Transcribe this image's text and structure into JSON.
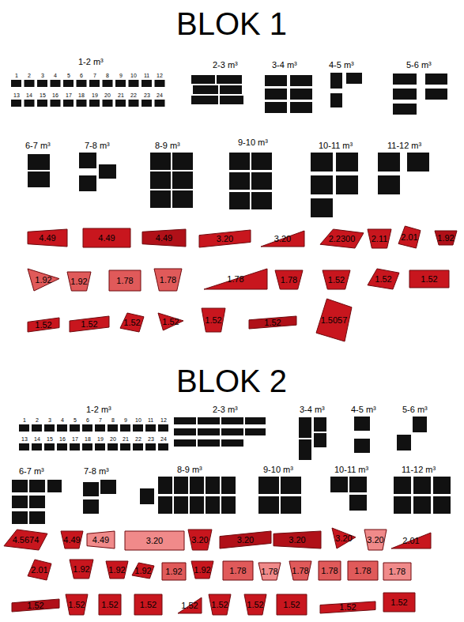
{
  "diagram": {
    "nodes": [
      {
        "text": [
          "4.49"
        ]
      },
      {
        "text": [
          "4.49"
        ]
      },
      {
        "text": [
          "4.49"
        ]
      },
      {
        "text": [
          "3.20"
        ]
      },
      {
        "text": [
          "3.20"
        ]
      },
      {
        "text": [
          "2.2300"
        ]
      },
      {
        "text": [
          "2.11"
        ]
      },
      {
        "text": [
          "2.01"
        ]
      },
      {
        "text": [
          "1.92"
        ]
      },
      {
        "text": [
          "1.92"
        ]
      },
      {
        "text": [
          "1.92"
        ]
      },
      {
        "text": [
          "1.78"
        ]
      },
      {
        "text": [
          "1.78"
        ]
      },
      {
        "text": [
          "1.78"
        ]
      },
      {
        "text": [
          "1.78"
        ]
      },
      {
        "text": [
          "1.52"
        ]
      },
      {
        "text": [
          "1.52"
        ]
      },
      {
        "text": [
          "1.52"
        ]
      },
      {
        "text": [
          "1.52"
        ]
      },
      {
        "text": [
          "1.52"
        ]
      },
      {
        "text": [
          "1.52"
        ]
      },
      {
        "text": [
          "1.52"
        ]
      },
      {
        "text": [
          "1.52"
        ]
      },
      {
        "text": [
          "1.52"
        ]
      },
      {
        "text": [
          "1.5057"
        ]
      },
      {
        "text": [
          "4.5674"
        ]
      },
      {
        "text": [
          "4.49"
        ]
      },
      {
        "text": [
          "4.49"
        ]
      },
      {
        "text": [
          "3.20"
        ]
      },
      {
        "text": [
          "3.20"
        ]
      },
      {
        "text": [
          "3.20"
        ]
      },
      {
        "text": [
          "3.20"
        ]
      },
      {
        "text": [
          "3.20"
        ]
      },
      {
        "text": [
          "3.20"
        ]
      },
      {
        "text": [
          "2.01"
        ]
      },
      {
        "text": [
          "2.01"
        ]
      },
      {
        "text": [
          "1.92"
        ]
      },
      {
        "text": [
          "1.92"
        ]
      },
      {
        "text": [
          "1.92"
        ]
      },
      {
        "text": [
          "1.92"
        ]
      },
      {
        "text": [
          "1.92"
        ]
      },
      {
        "text": [
          "1.78"
        ]
      },
      {
        "text": [
          "1.78"
        ]
      },
      {
        "text": [
          "1.78"
        ]
      },
      {
        "text": [
          "1.78"
        ]
      },
      {
        "text": [
          "1.78"
        ]
      },
      {
        "text": [
          "1.78"
        ]
      },
      {
        "text": [
          "1.52"
        ]
      },
      {
        "text": [
          "1.52"
        ]
      },
      {
        "text": [
          "1.52"
        ]
      },
      {
        "text": [
          "1.52"
        ]
      },
      {
        "text": [
          "1.52"
        ]
      },
      {
        "text": [
          "1.52"
        ]
      },
      {
        "text": [
          "1.52"
        ]
      },
      {
        "text": [
          "1.52"
        ]
      },
      {
        "text": [
          "1.52"
        ]
      },
      {
        "text": [
          "1.52"
        ]
      }
    ],
    "labels": [
      "BLOK 1",
      "1-2 m³",
      "1",
      "2",
      "3",
      "4",
      "5",
      "6",
      "7",
      "8",
      "9",
      "10",
      "11",
      "12",
      "13",
      "14",
      "15",
      "16",
      "17",
      "18",
      "19",
      "20",
      "21",
      "22",
      "23",
      "24",
      "2-3 m³",
      "3-4 m³",
      "4-5 m³",
      "5-6 m³",
      "6-7 m³",
      "7-8 m³",
      "8-9 m³",
      "9-10 m³",
      "10-11 m³",
      "11-12 m³",
      "BLOK 2",
      "1-2 m³",
      "1",
      "2",
      "3",
      "4",
      "5",
      "6",
      "7",
      "8",
      "9",
      "10",
      "11",
      "12",
      "13",
      "14",
      "15",
      "16",
      "17",
      "18",
      "19",
      "20",
      "21",
      "22",
      "23",
      "24",
      "2-3 m³",
      "3-4 m³",
      "4-5 m³",
      "5-6 m³",
      "6-7 m³",
      "7-8 m³",
      "8-9 m³",
      "9-10 m³",
      "10-11 m³",
      "11-12 m³"
    ]
  }
}
